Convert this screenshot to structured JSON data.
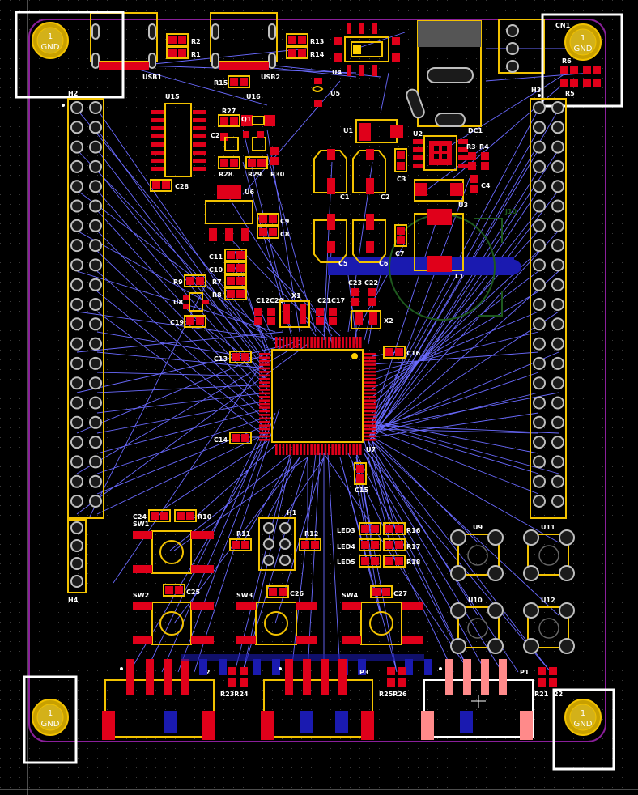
{
  "board": {
    "colors": {
      "background": "#000000",
      "outline": "#8a1f9a",
      "silkscreen": "#f2c200",
      "top_copper": "#e0001a",
      "bottom_copper": "#1a1ab0",
      "ratsnest": "#6a6aff",
      "selection": "#ffffff"
    }
  },
  "mount_holes": [
    {
      "id": "mh-tl",
      "pin": "1",
      "net": "GND"
    },
    {
      "id": "mh-tr",
      "pin": "1",
      "net": "GND"
    },
    {
      "id": "mh-bl",
      "pin": "1",
      "net": "GND"
    },
    {
      "id": "mh-br",
      "pin": "1",
      "net": "GND"
    }
  ],
  "labels": {
    "usb1": "USB1",
    "usb2": "USB2",
    "u15": "U15",
    "u16": "U16",
    "u4": "U4",
    "u5": "U5",
    "u1": "U1",
    "u2": "U2",
    "dc1": "DC1",
    "cn1": "CN1",
    "h2": "H2",
    "h3": "H3",
    "h4": "H4",
    "h1": "H1",
    "u6": "U6",
    "u3": "U3",
    "u7": "U7",
    "u8": "U8",
    "r1": "R1",
    "r2": "R2",
    "r13": "R13",
    "r14": "R14",
    "r15": "R15",
    "r27": "R27",
    "r28": "R28",
    "r29": "R29",
    "r30": "R30",
    "r3": "R3",
    "r4": "R4",
    "r5": "R5",
    "r6": "R6",
    "r7": "R7",
    "r8": "R8",
    "r9": "R9",
    "r10": "R10",
    "r11": "R11",
    "r12": "R12",
    "r16": "R16",
    "r17": "R17",
    "r18": "R18",
    "r21": "R21",
    "r22": "22",
    "r23r24": "R23R24",
    "r25r26": "R25R26",
    "q1": "Q1",
    "c2": "C2",
    "c28": "C28",
    "c1": "C1",
    "c3": "C3",
    "c4": "C4",
    "c5": "C5",
    "c6": "C6",
    "c7": "C7",
    "c8": "C8",
    "c9": "C9",
    "c10": "C10",
    "c11": "C11",
    "c12c20": "C12C20",
    "x1": "X1",
    "c21c17": "C21C17",
    "c23": "C23",
    "c22": "C22",
    "x2": "X2",
    "c13": "C13",
    "c16": "C16",
    "c14": "C14",
    "c15": "C15",
    "c19": "C19",
    "c24": "C24",
    "sw1": "SW1",
    "c25": "C25",
    "sw2": "SW2",
    "sw3": "SW3",
    "c26": "C26",
    "sw4": "SW4",
    "c27": "C27",
    "led3": "LED3",
    "led4": "LED4",
    "led5": "LED5",
    "l1": "L1",
    "j10": "J10",
    "u9": "U9",
    "u10": "U10",
    "u11": "U11",
    "u12": "U12",
    "p1": "P1",
    "p2": "P2",
    "p3": "P3",
    "c2b": "C2"
  }
}
